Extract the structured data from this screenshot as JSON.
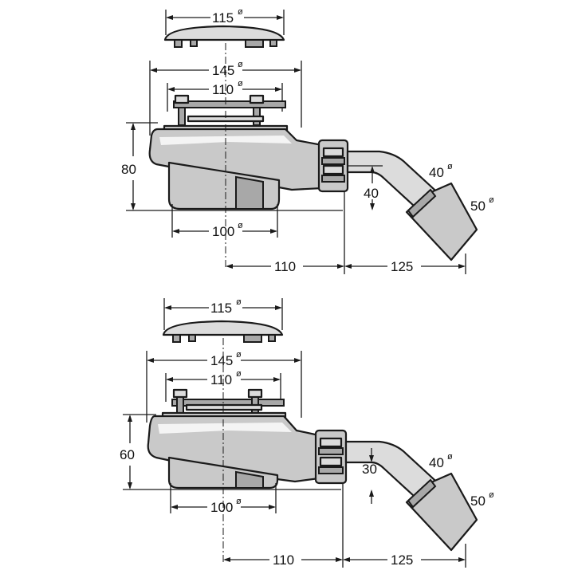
{
  "diameter_symbol": "ø",
  "top": {
    "cover_diameter": "115",
    "flange_diameter": "145",
    "inner_diameter": "110",
    "outlet_diameter": "40",
    "sleeve_diameter": "50",
    "body_height": "80",
    "outlet_height": "40",
    "bottom_diameter": "100",
    "offset_outlet": "110",
    "offset_end": "125"
  },
  "bottom": {
    "cover_diameter": "115",
    "flange_diameter": "145",
    "inner_diameter": "110",
    "outlet_diameter": "40",
    "sleeve_diameter": "50",
    "body_height": "60",
    "outlet_height": "30",
    "bottom_diameter": "100",
    "offset_outlet": "110",
    "offset_end": "125"
  }
}
